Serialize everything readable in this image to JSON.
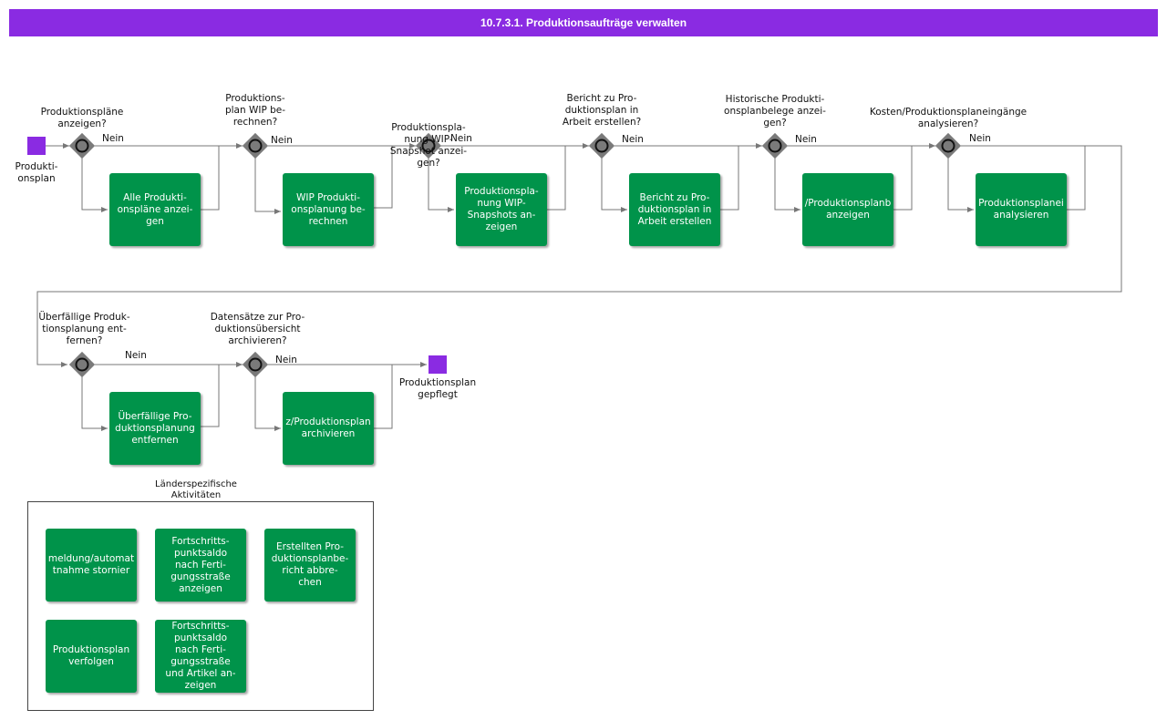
{
  "header": {
    "title": "10.7.3.1. Produktionsaufträge verwalten"
  },
  "start_event": {
    "label": "Produkti-\nonsplan"
  },
  "end_event": {
    "label": "Produktionsplan\ngepflegt"
  },
  "gateways": [
    {
      "question": "Produktionspläne\nanzeigen?",
      "no": "Nein"
    },
    {
      "question": "Produktions-\nplan WIP be-\nrechnen?",
      "no": "Nein"
    },
    {
      "question": "Produktionspla-\nnung WIP-\nSnapshot anzei-\ngen?",
      "no": "Nein"
    },
    {
      "question": "Bericht zu Pro-\nduktionsplan in\nArbeit erstellen?",
      "no": "Nein"
    },
    {
      "question": "Historische  Produkti-\nonsplanbelege  anzei-\ngen?",
      "no": "Nein"
    },
    {
      "question": "Kosten/Produktionsplaneingänge\nanalysieren?",
      "no": "Nein"
    },
    {
      "question": "Überfällige  Produk-\ntionsplanung  ent-\nfernen?",
      "no": "Nein"
    },
    {
      "question": "Datensätze zur  Pro-\nduktionsübersicht\narchivieren?",
      "no": "Nein"
    }
  ],
  "tasks": [
    "Alle Produkti-\nonspläne anzei-\ngen",
    "WIP Produkti-\nonsplanung be-\nrechnen",
    "Produktionspla-\nnung WIP-\nSnapshots an-\nzeigen",
    "Bericht zu Pro-\nduktionsplan in\nArbeit erstellen",
    "/Produktionsplanb\nanzeigen",
    "Produktionsplanei\nanalysieren",
    "Überfällige Pro-\nduktionsplanung\nentfernen",
    "z/Produktionsplan\narchivieren"
  ],
  "country_group": {
    "title": "Länderspezifische\nAktivitäten",
    "tasks": [
      "meldung/automat\ntnahme    stornier",
      "Fortschritts-\npunktsaldo\nnach   Ferti-\ngungsstraße\nanzeigen",
      "Erstellten    Pro-\nduktionsplanbe-\nricht    abbre-\nchen",
      "Produktionsplan\nverfolgen",
      "Fortschritts-\npunktsaldo\nnach   Ferti-\ngungsstraße\nund Artikel   an-\nzeigen"
    ]
  },
  "colors": {
    "header": "#8a2be2",
    "task": "#00934a",
    "event": "#8a2be2",
    "gateway": "#7a7a7a"
  }
}
